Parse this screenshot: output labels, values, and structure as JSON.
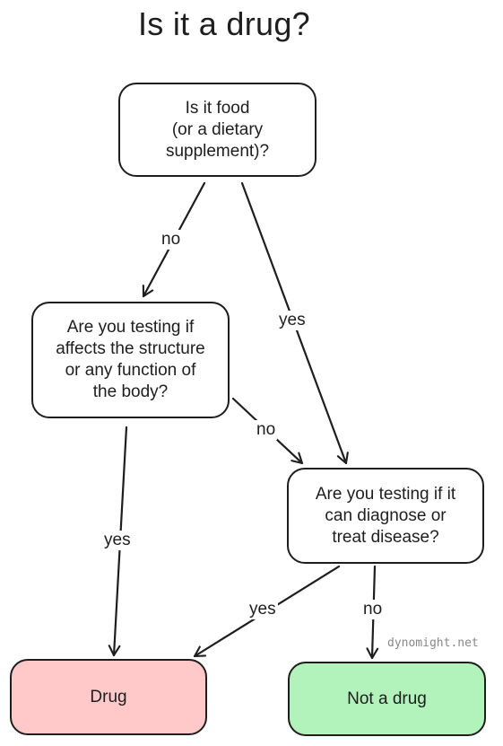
{
  "title": "Is it a drug?",
  "nodes": {
    "food": "Is it food\n(or a dietary\nsupplement)?",
    "structure": "Are you testing if\naffects the structure\nor any function of\nthe body?",
    "diagnose": "Are you testing if it\ncan diagnose or\ntreat disease?",
    "drug": "Drug",
    "not_drug": "Not a drug"
  },
  "edges": {
    "food_no": "no",
    "food_yes": "yes",
    "structure_no": "no",
    "structure_yes": "yes",
    "diagnose_yes": "yes",
    "diagnose_no": "no"
  },
  "colors": {
    "drug_fill": "#ffc9c9",
    "not_drug_fill": "#b2f2bb",
    "stroke": "#1e1e1e"
  },
  "watermark": "dynomight.net"
}
